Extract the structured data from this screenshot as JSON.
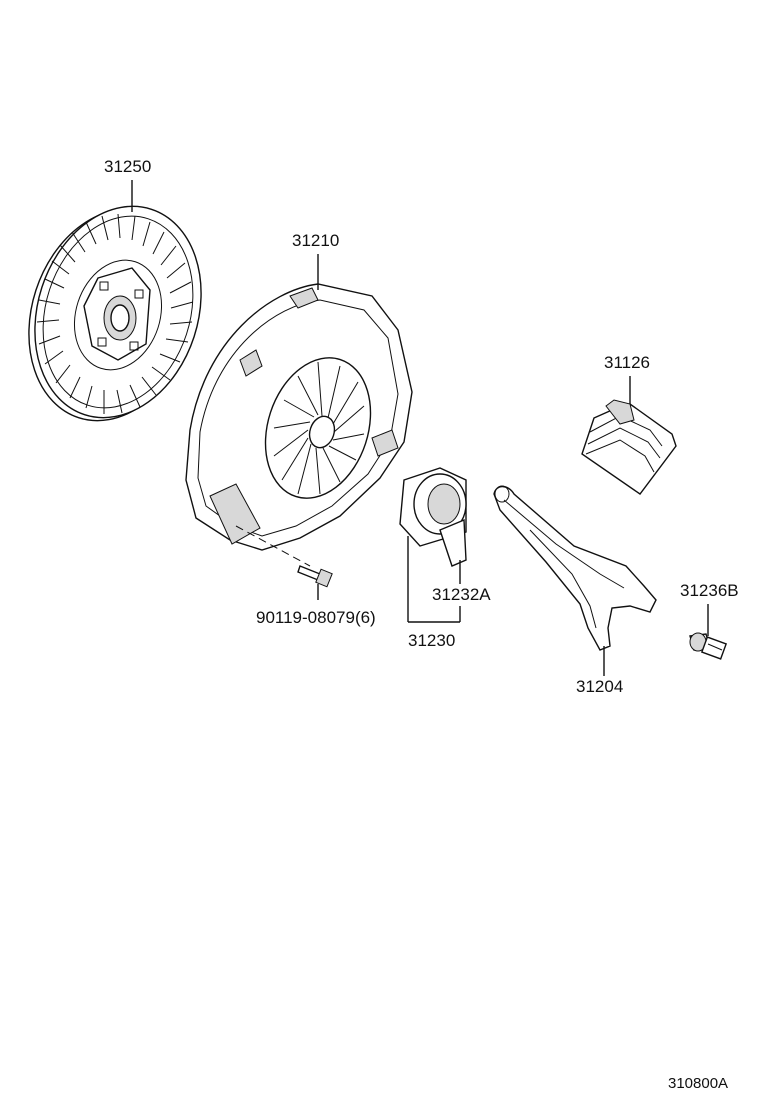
{
  "parts": {
    "clutch_disc": "31250",
    "pressure_plate": "31210",
    "boot": "31126",
    "bolt": "90119-08079(6)",
    "bearing_hub": "31232A",
    "bearing_assembly": "31230",
    "ball_stud": "31236B",
    "release_fork": "31204"
  },
  "figure_code": "310800A"
}
